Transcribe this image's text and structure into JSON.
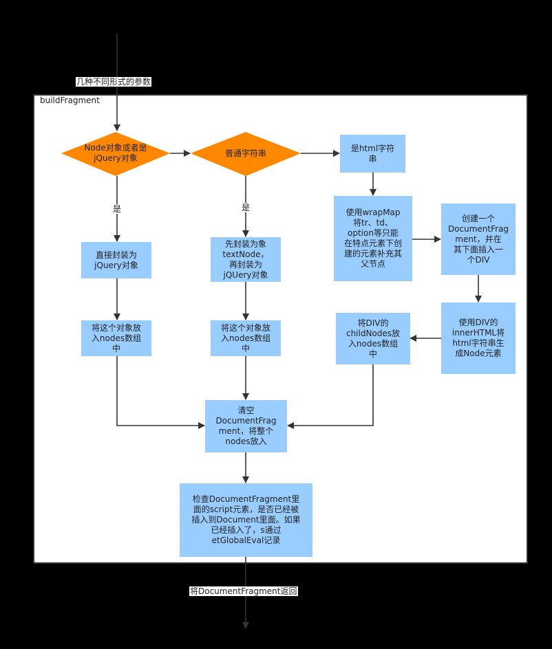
{
  "container": {
    "title": "buildFragment"
  },
  "input_label": "几种不同形式的参数",
  "output_label": "将DocumentFragment返回",
  "decisions": {
    "node_or_jquery": "Node对象或者是\njQuery对象",
    "plain_string": "普通字符串"
  },
  "edge_labels": {
    "yes_left": "是",
    "yes_mid": "是"
  },
  "boxes": {
    "is_html_string": "是html字符\n串",
    "wrap_direct": "直接封装为\njQuery对象",
    "wrap_textnode": "先封装为象\ntextNode，\n再封装为\njQUery对象",
    "use_wrapmap": "使用wrapMap\n将tr、td、\noption等只能\n在特点元素下创\n建的元素补充其\n父节点",
    "create_fragment": "创建一个\nDocumentFrag\nment，并在\n其下面插入一\n个DIV",
    "push_nodes_left": "将这个对象放\n入nodes数组\n中",
    "push_nodes_mid": "将这个对象放\n入nodes数组\n中",
    "push_childnodes": "将DIV的\nchildNodes放\n入nodes数组\n中",
    "use_innerhtml": "使用DIV的\ninnerHTML将\nhtml字符串生\n成Node元素",
    "clear_fragment": "清空\nDocumentFrag\nment，将整个\nnodes放入",
    "check_scripts": "检查DocumentFragment里\n面的script元素，是否已经被\n插入到Document里面。如果\n已经插入了，s通过\netGlobalEval记录"
  },
  "colors": {
    "decision": "#ff8800",
    "box": "#99ccff",
    "line": "#333333"
  }
}
